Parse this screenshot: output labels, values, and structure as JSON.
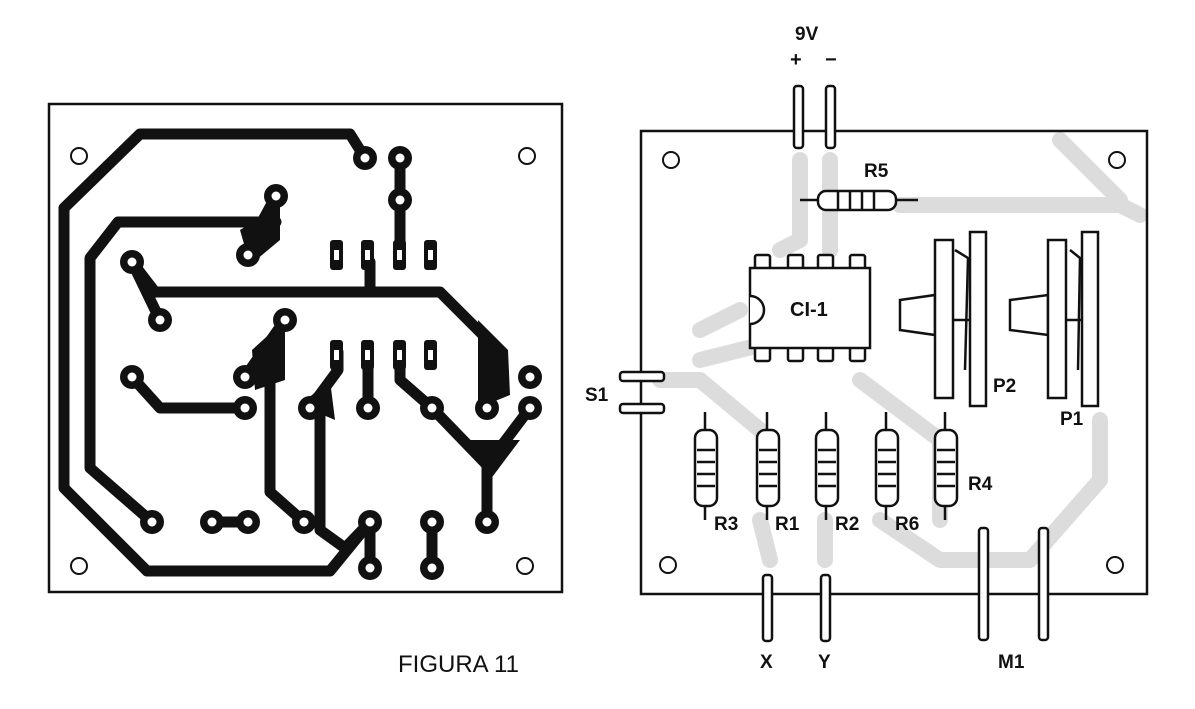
{
  "figure": {
    "caption": "FIGURA 11"
  },
  "labels": {
    "supply": "9V",
    "plus": "+",
    "minus": "−",
    "r5": "R5",
    "ic": "CI-1",
    "s1": "S1",
    "r3": "R3",
    "r1": "R1",
    "r2": "R2",
    "r6": "R6",
    "r4": "R4",
    "p2": "P2",
    "p1": "P1",
    "x": "X",
    "y": "Y",
    "m1": "M1"
  },
  "colors": {
    "ink": "#111111",
    "ghost_trace": "#d9d9d9",
    "paper": "#ffffff"
  }
}
